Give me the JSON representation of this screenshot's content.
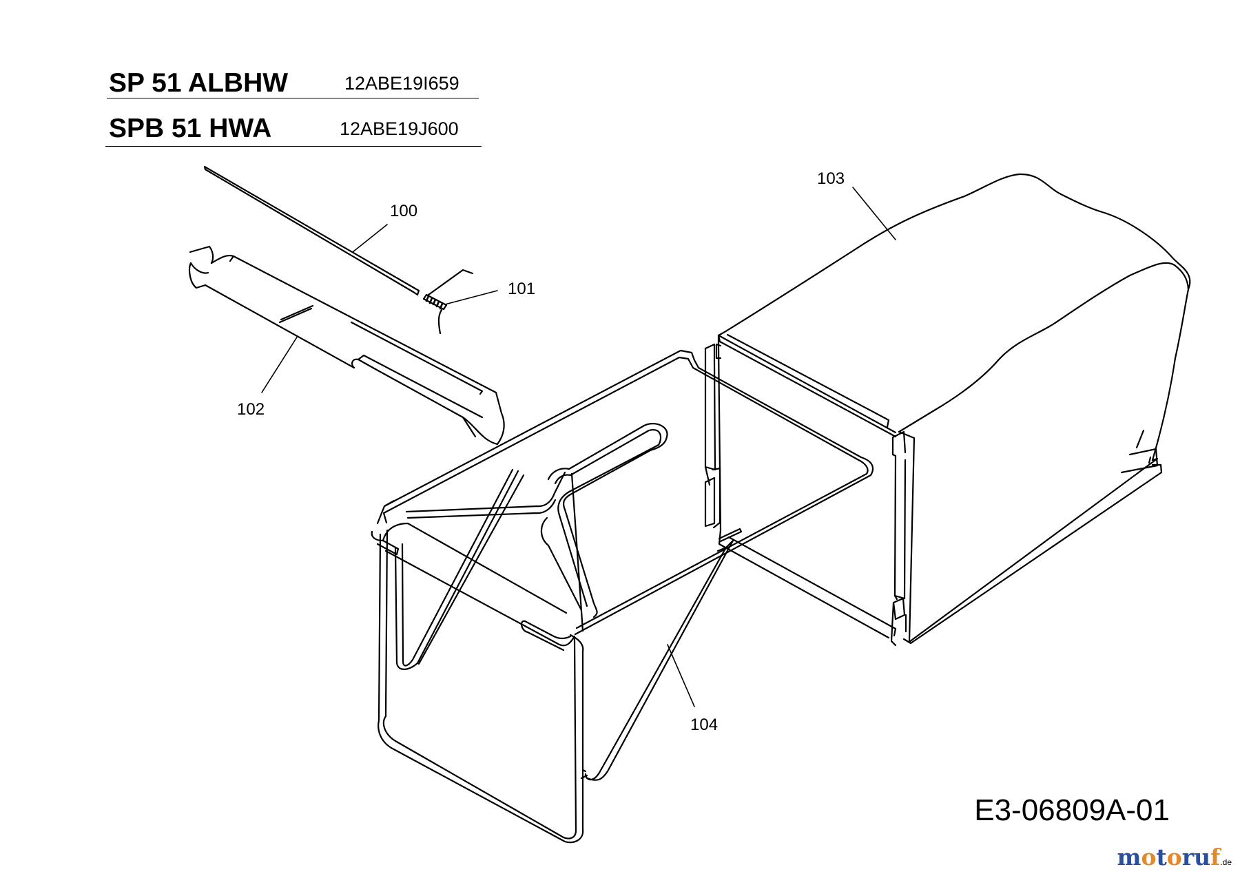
{
  "models": [
    {
      "name": "SP 51 ALBHW",
      "code": "12ABE19I659"
    },
    {
      "name": "SPB 51 HWA",
      "code": "12ABE19J600"
    }
  ],
  "callouts": {
    "rod": "100",
    "spring": "101",
    "flap": "102",
    "bag": "103",
    "frame": "104"
  },
  "drawing_number": "E3-06809A-01",
  "watermark": {
    "brand": "motoruf",
    "suffix": ".de",
    "colors": {
      "m": "#2a4f9c",
      "o1": "#e28a2b",
      "t": "#2a4f9c",
      "o2": "#e28a2b",
      "r": "#2a4f9c",
      "u": "#2a4f9c",
      "f": "#e28a2b"
    }
  },
  "colors": {
    "line": "#000000",
    "background": "#ffffff"
  }
}
